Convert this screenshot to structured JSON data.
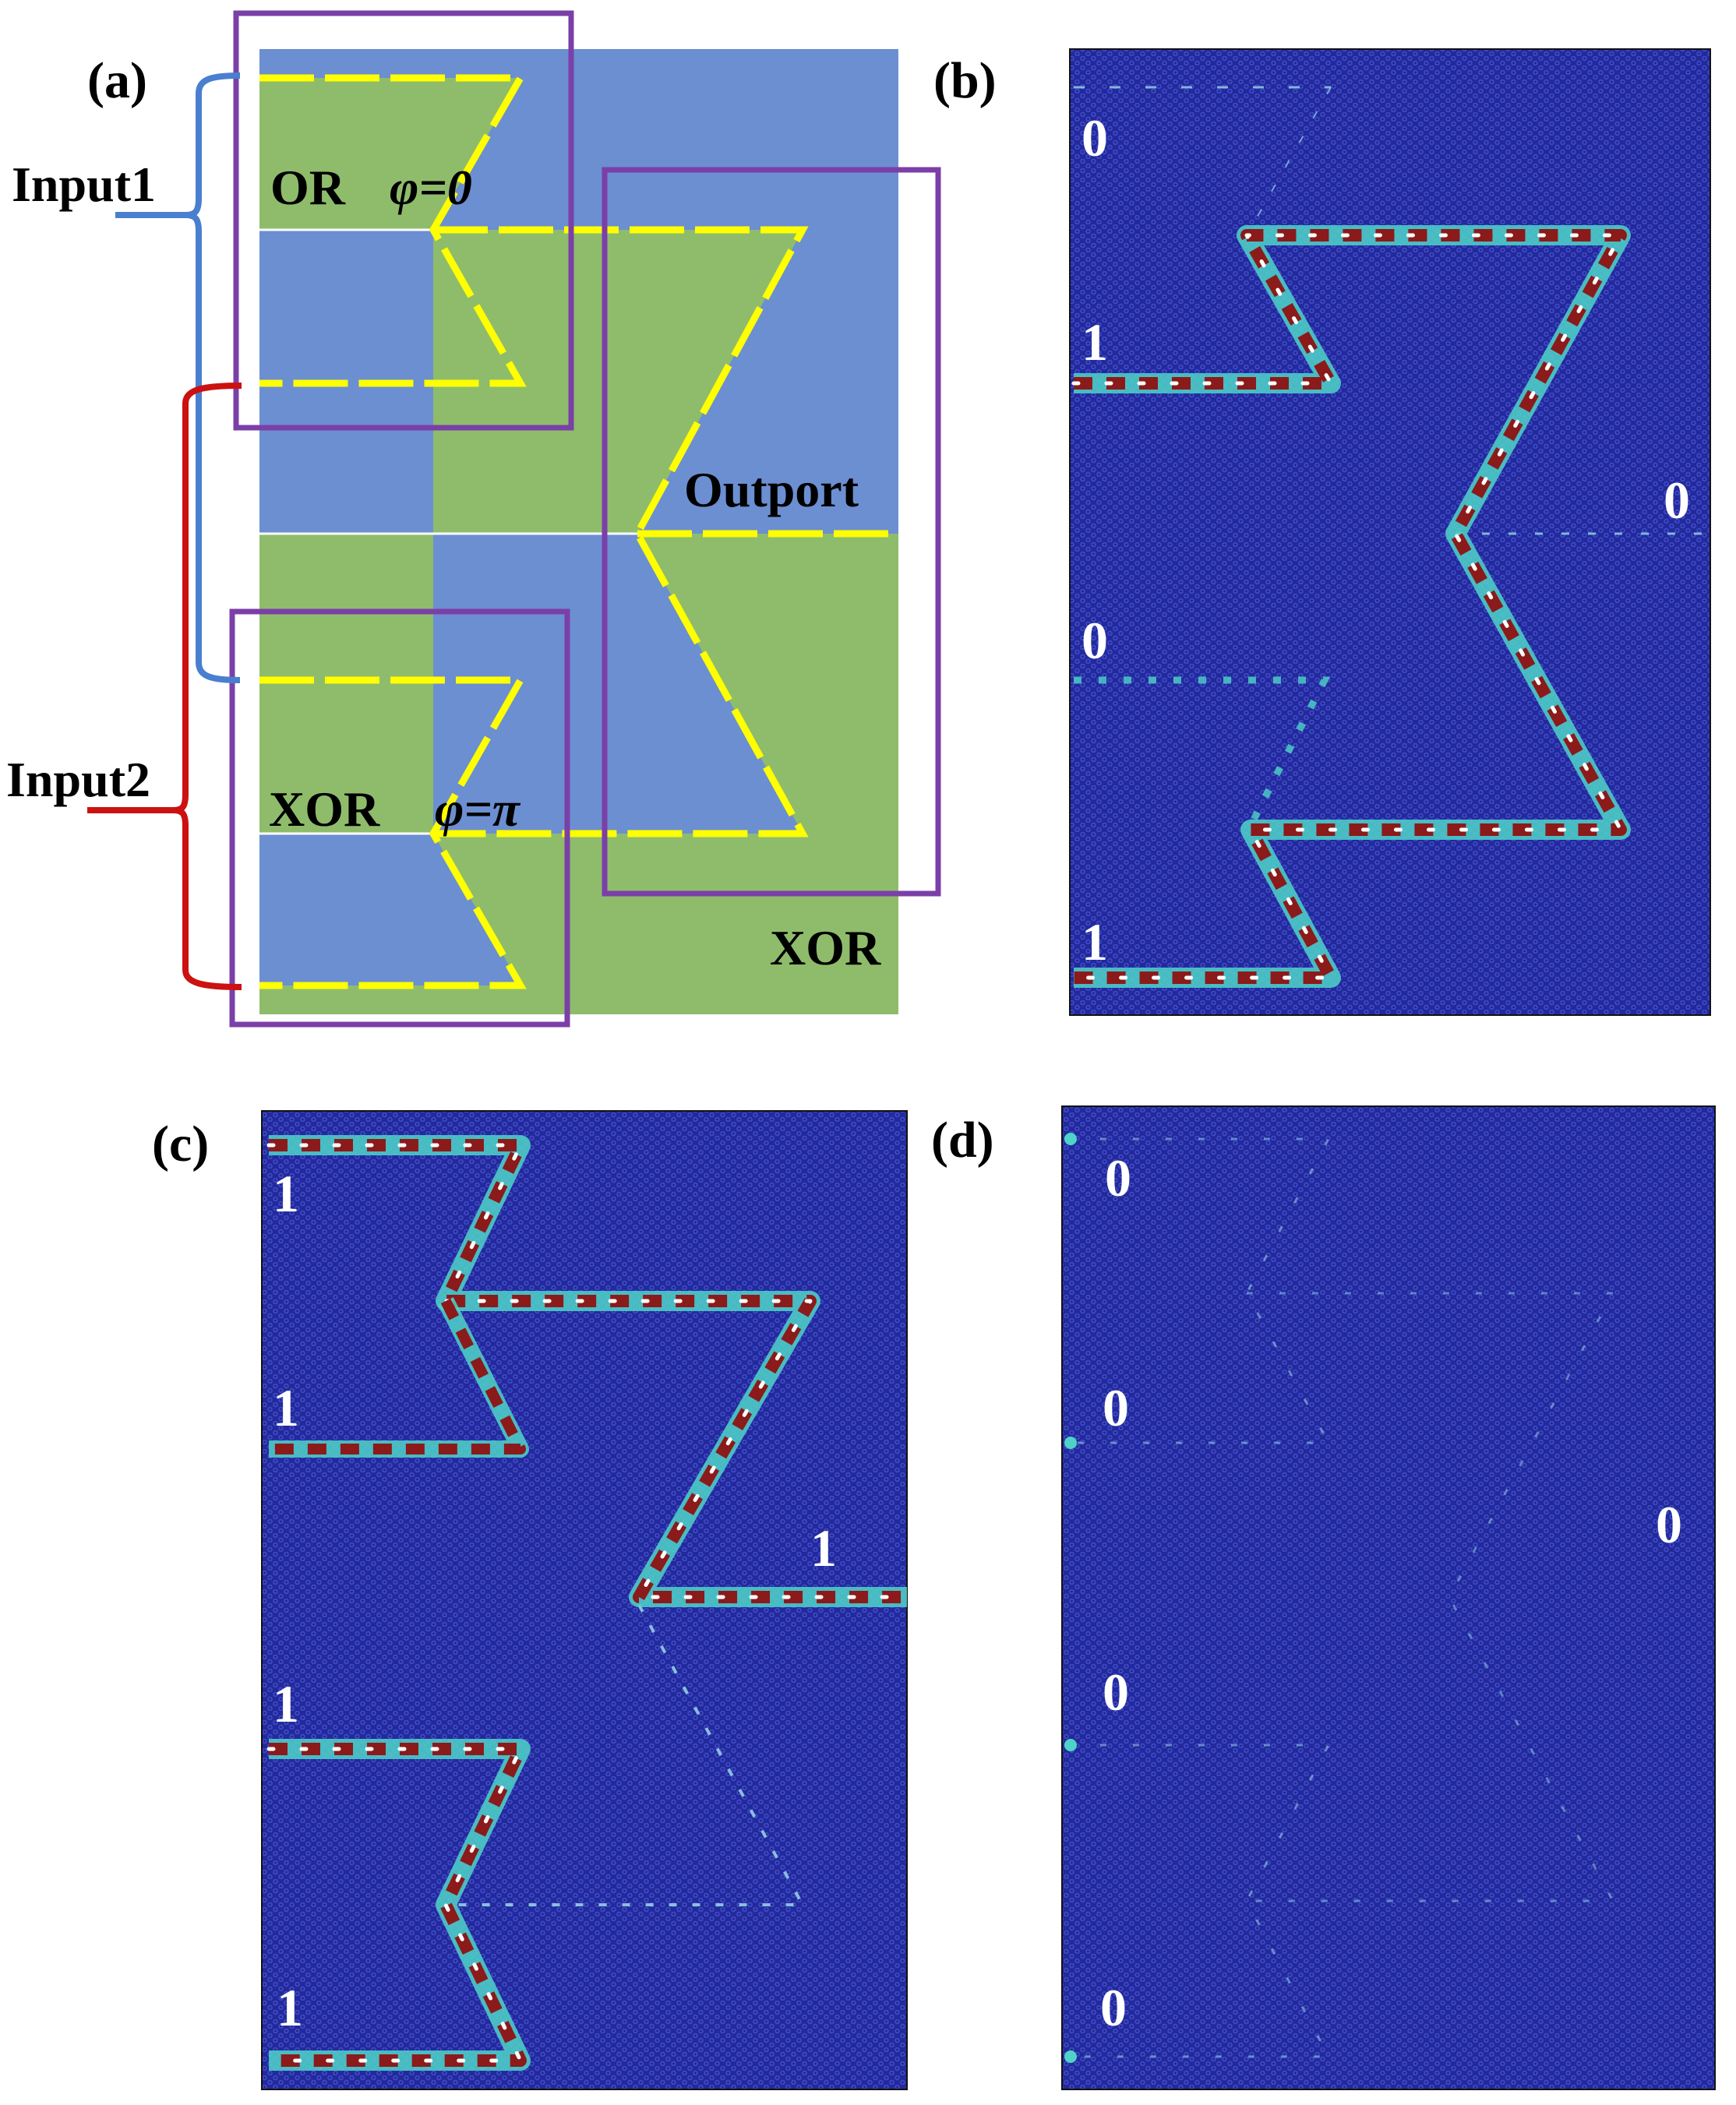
{
  "colors": {
    "blue_domain": "#6b8fd1",
    "green_domain": "#8fbc6b",
    "dashed_interface": "#ffff00",
    "logic_box": "#7b3fa8",
    "input1_bracket": "#4a7fcf",
    "input2_bracket": "#cc1111",
    "field_background": "#222a9b",
    "field_strong": "#8b1a1a",
    "field_medium": "#4fd3c8",
    "field_weak": "#9ad7e8",
    "state_label": "#ffffff"
  },
  "panel_a": {
    "label": "(a)",
    "input1_label": "Input1",
    "input2_label": "Input2",
    "or_gate_label": "OR",
    "or_phase_label": "φ=0",
    "xor_gate_label": "XOR",
    "xor_phase_label": "φ=π",
    "outport_label": "Outport",
    "output_gate_label": "XOR"
  },
  "panel_b": {
    "label": "(b)",
    "input_states": [
      "0",
      "1",
      "0",
      "1"
    ],
    "output_state": "0"
  },
  "panel_c": {
    "label": "(c)",
    "input_states": [
      "1",
      "1",
      "1",
      "1"
    ],
    "output_state": "1"
  },
  "panel_d": {
    "label": "(d)",
    "input_states": [
      "0",
      "0",
      "0",
      "0"
    ],
    "output_state": "0"
  }
}
